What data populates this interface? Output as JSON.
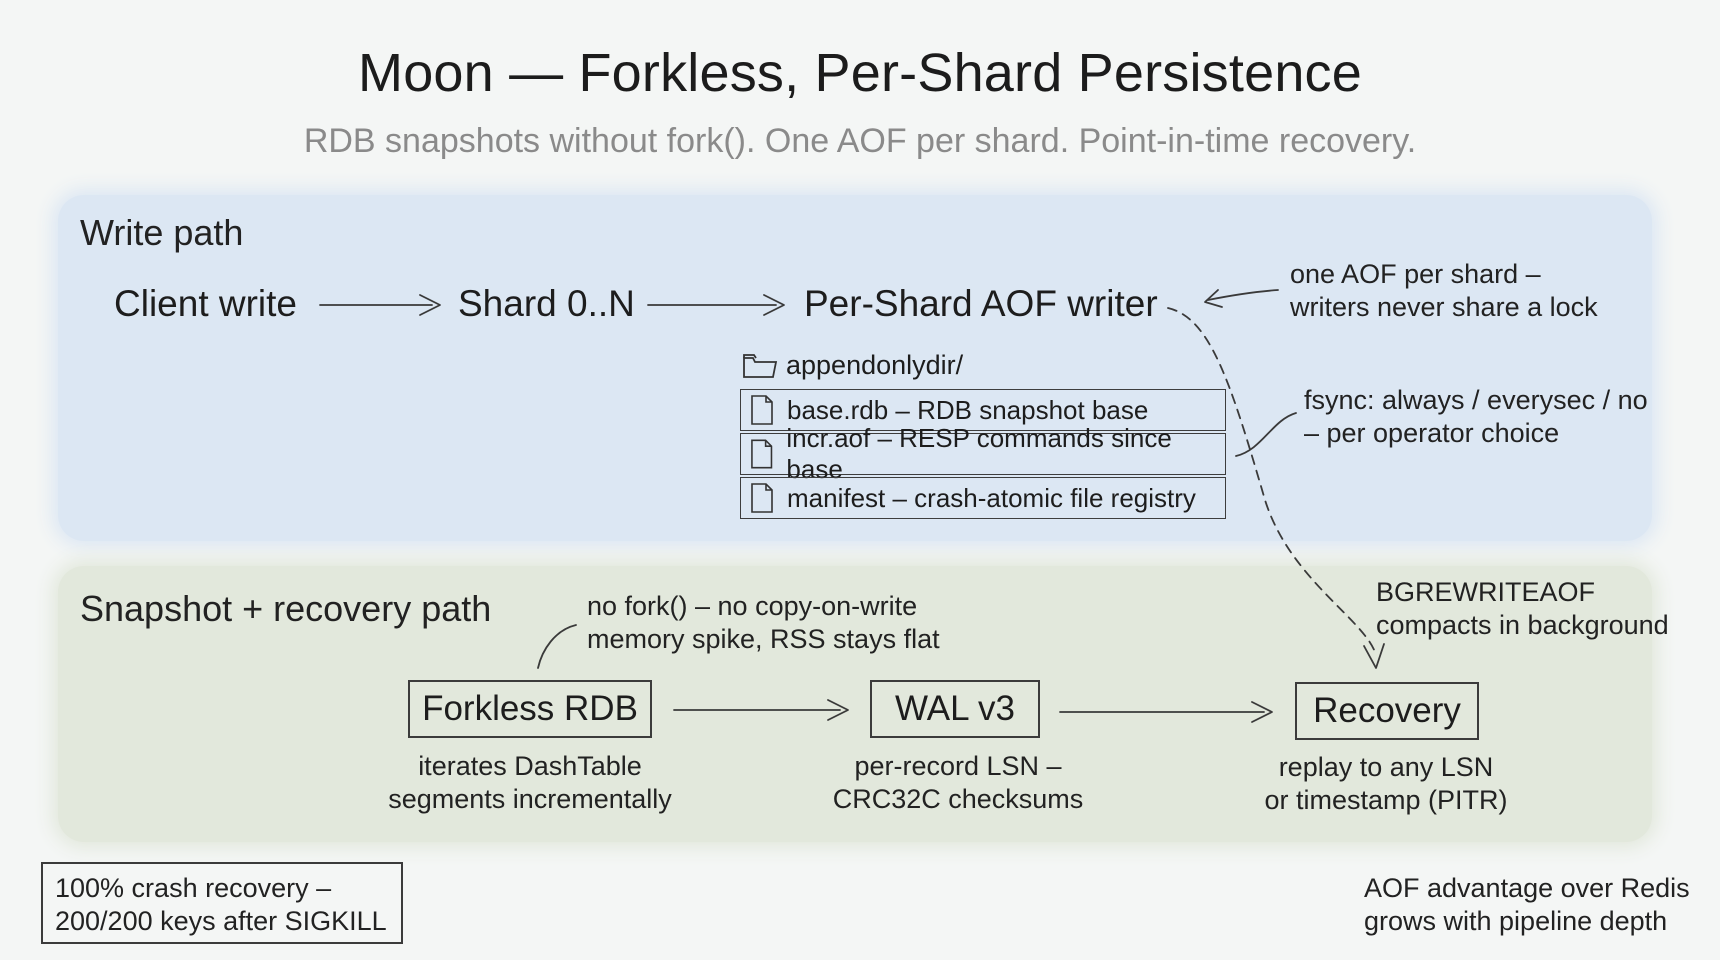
{
  "title": "Moon — Forkless, Per-Shard Persistence",
  "subtitle": "RDB snapshots without fork(). One AOF per shard. Point-in-time recovery.",
  "write_path": {
    "label": "Write path",
    "nodes": {
      "client": "Client write",
      "shard": "Shard 0..N",
      "aof_writer": "Per-Shard AOF writer"
    },
    "note_lock": [
      "one AOF per shard –",
      "writers never share a lock"
    ],
    "folder": "appendonlydir/",
    "files": [
      "base.rdb – RDB snapshot base",
      "incr.aof – RESP commands since base",
      "manifest – crash-atomic file registry"
    ],
    "note_fsync": [
      "fsync: always / everysec / no",
      "– per operator choice"
    ]
  },
  "snapshot_path": {
    "label": "Snapshot + recovery path",
    "note_fork": [
      "no fork() – no copy-on-write",
      "memory spike, RSS stays flat"
    ],
    "note_rewrite": [
      "BGREWRITEAOF",
      "compacts in background"
    ],
    "boxes": {
      "forkless_rdb": "Forkless RDB",
      "wal": "WAL v3",
      "recovery": "Recovery"
    },
    "captions": {
      "forkless_rdb": [
        "iterates DashTable",
        "segments incrementally"
      ],
      "wal": [
        "per-record LSN –",
        "CRC32C checksums"
      ],
      "recovery": [
        "replay to any LSN",
        "or timestamp (PITR)"
      ]
    }
  },
  "footer": {
    "crash_box": [
      "100% crash recovery –",
      "200/200 keys after SIGKILL"
    ],
    "aof_note": [
      "AOF advantage over Redis",
      "grows with pipeline depth"
    ]
  },
  "colors": {
    "write_panel": "#dce7f3",
    "snapshot_panel": "#e2e8dc",
    "ink": "#1d1d1d",
    "subtitle": "#8a8a8a"
  }
}
